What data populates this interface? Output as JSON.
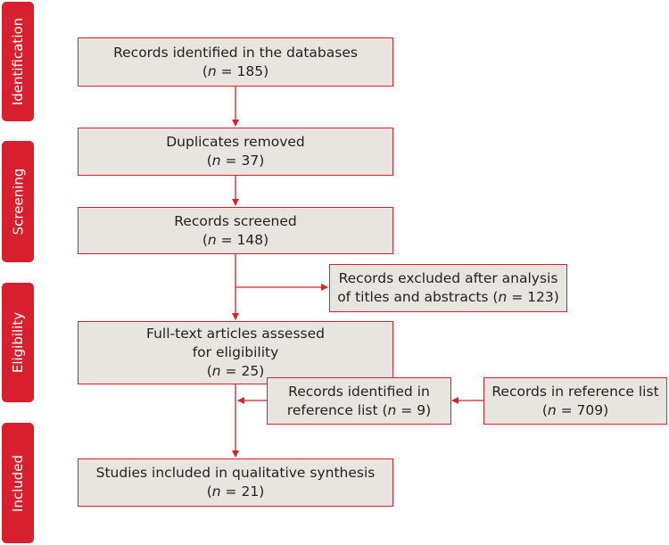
{
  "stages": [
    {
      "id": "identification",
      "label": "Identification"
    },
    {
      "id": "screening",
      "label": "Screening"
    },
    {
      "id": "eligibility",
      "label": "Eligibility"
    },
    {
      "id": "included",
      "label": "Included"
    }
  ],
  "boxes": {
    "identified": {
      "lines": [
        "Records identified in the databases"
      ],
      "n_var": "n",
      "n_text": " = 185)"
    },
    "duplicates": {
      "lines": [
        "Duplicates removed"
      ],
      "n_var": "n",
      "n_text": " = 37)"
    },
    "screened": {
      "lines": [
        "Records screened"
      ],
      "n_var": "n",
      "n_text": " = 148)"
    },
    "excluded": {
      "lines": [
        "Records excluded after analysis",
        "of titles and abstracts ("
      ],
      "n_var": "n",
      "n_text": " = 123)"
    },
    "fulltext": {
      "lines": [
        "Full-text articles assessed",
        "for eligibility"
      ],
      "n_var": "n",
      "n_text": " = 25)"
    },
    "reflist_identified": {
      "lines": [
        "Records identified in",
        "reference list ("
      ],
      "n_var": "n",
      "n_text": " = 9)"
    },
    "reflist": {
      "lines": [
        "Records in reference list"
      ],
      "n_var": "n",
      "n_text": " = 709)"
    },
    "included": {
      "lines": [
        "Studies included in qualitative synthesis"
      ],
      "n_var": "n",
      "n_text": " = 21)"
    }
  },
  "colors": {
    "accent": "#d71f2d",
    "box_fill": "#e8e5e1"
  }
}
